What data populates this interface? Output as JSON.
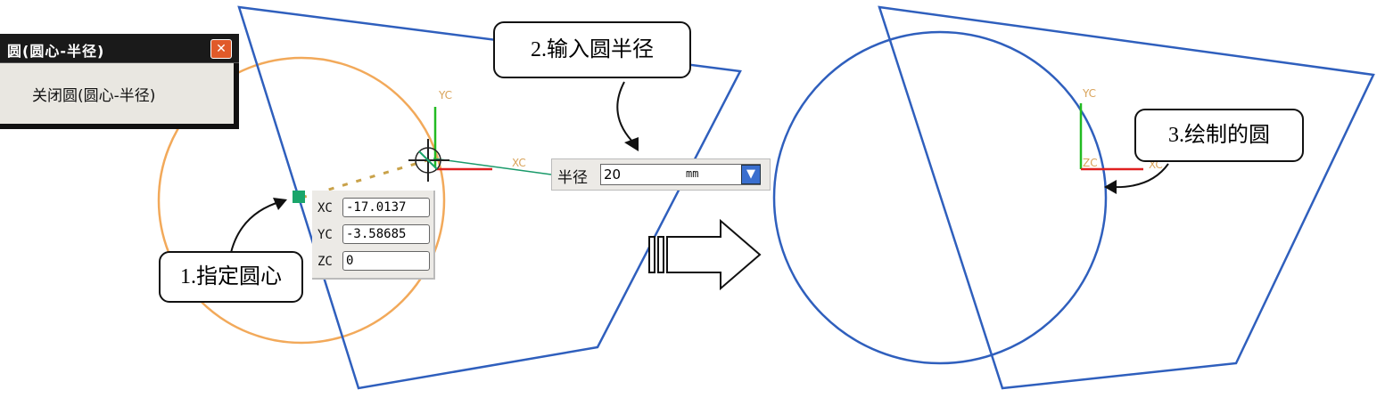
{
  "dialog": {
    "title": "圆(圆心-半径)",
    "close_symbol": "✕",
    "body_text": "关闭圆(圆心-半径)"
  },
  "coordinates": [
    {
      "label": "XC",
      "value": "-17.0137"
    },
    {
      "label": "YC",
      "value": "-3.58685"
    },
    {
      "label": "ZC",
      "value": "0"
    }
  ],
  "radius_input": {
    "label": "半径",
    "value": "20",
    "unit": "mm",
    "dropdown_icon": "down-arrow-icon"
  },
  "callouts": {
    "step1": "1.指定圆心",
    "step2": "2.输入圆半径",
    "step3": "3.绘制的圆"
  },
  "axis_labels": {
    "yc_left": "YC",
    "xc_left": "XC",
    "yc_right": "YC",
    "zc_right": "ZC",
    "xc_right": "XC"
  },
  "colors": {
    "outline": "#2f5fbd",
    "preview_circle": "#f2a95a",
    "x_axis": "#e02020",
    "y_axis": "#22bb22",
    "rubber_band": "#1a9a6a"
  }
}
